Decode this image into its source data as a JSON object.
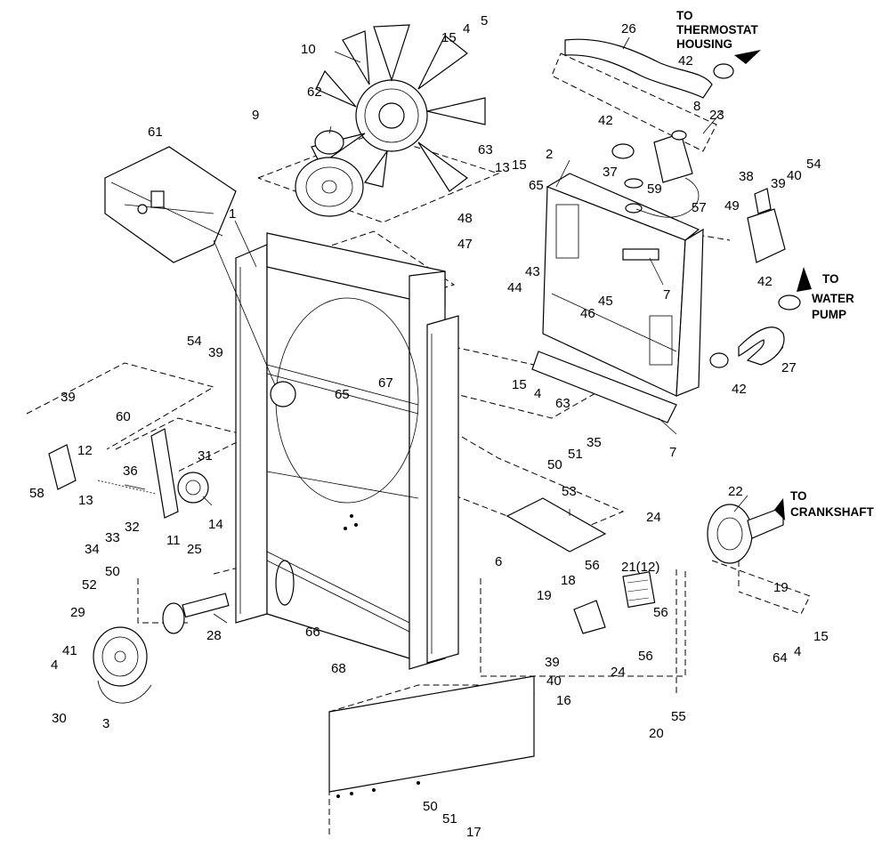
{
  "callouts": {
    "c1": "1",
    "c2": "2",
    "c3": "3",
    "c4a": "4",
    "c4b": "4",
    "c4c": "4",
    "c4d": "4",
    "c5": "5",
    "c6": "6",
    "c7a": "7",
    "c7b": "7",
    "c8": "8",
    "c9": "9",
    "c10": "10",
    "c11": "11",
    "c12": "12",
    "c13": "13",
    "c13b": "13",
    "c14": "14",
    "c15a": "15",
    "c15b": "15",
    "c15c": "15",
    "c15d": "15",
    "c16": "16",
    "c17": "17",
    "c18": "18",
    "c19a": "19",
    "c19b": "19",
    "c20": "20",
    "c21": "21(12)",
    "c22": "22",
    "c23": "23",
    "c24a": "24",
    "c24b": "24",
    "c25": "25",
    "c26": "26",
    "c27": "27",
    "c28": "28",
    "c29": "29",
    "c30": "30",
    "c31": "31",
    "c32": "32",
    "c33": "33",
    "c34": "34",
    "c35": "35",
    "c36": "36",
    "c37": "37",
    "c38": "38",
    "c39a": "39",
    "c39b": "39",
    "c39c": "39",
    "c39d": "39",
    "c40a": "40",
    "c40b": "40",
    "c41": "41",
    "c42a": "42",
    "c42b": "42",
    "c42c": "42",
    "c42d": "42",
    "c43": "43",
    "c44": "44",
    "c45": "45",
    "c46": "46",
    "c47": "47",
    "c48": "48",
    "c49": "49",
    "c50a": "50",
    "c50b": "50",
    "c50c": "50",
    "c51a": "51",
    "c51b": "51",
    "c52": "52",
    "c53": "53",
    "c54a": "54",
    "c54b": "54",
    "c55": "55",
    "c56a": "56",
    "c56b": "56",
    "c56c": "56",
    "c57": "57",
    "c58": "58",
    "c59": "59",
    "c60": "60",
    "c61": "61",
    "c62": "62",
    "c63a": "63",
    "c63b": "63",
    "c64": "64",
    "c65a": "65",
    "c65b": "65",
    "c66": "66",
    "c67": "67",
    "c68": "68"
  },
  "notes": {
    "thermostat_1": "TO",
    "thermostat_2": "THERMOSTAT",
    "thermostat_3": "HOUSING",
    "water_pump_1": "TO",
    "water_pump_2": "WATER",
    "water_pump_3": "PUMP",
    "crankshaft_1": "TO",
    "crankshaft_2": "CRANKSHAFT"
  }
}
